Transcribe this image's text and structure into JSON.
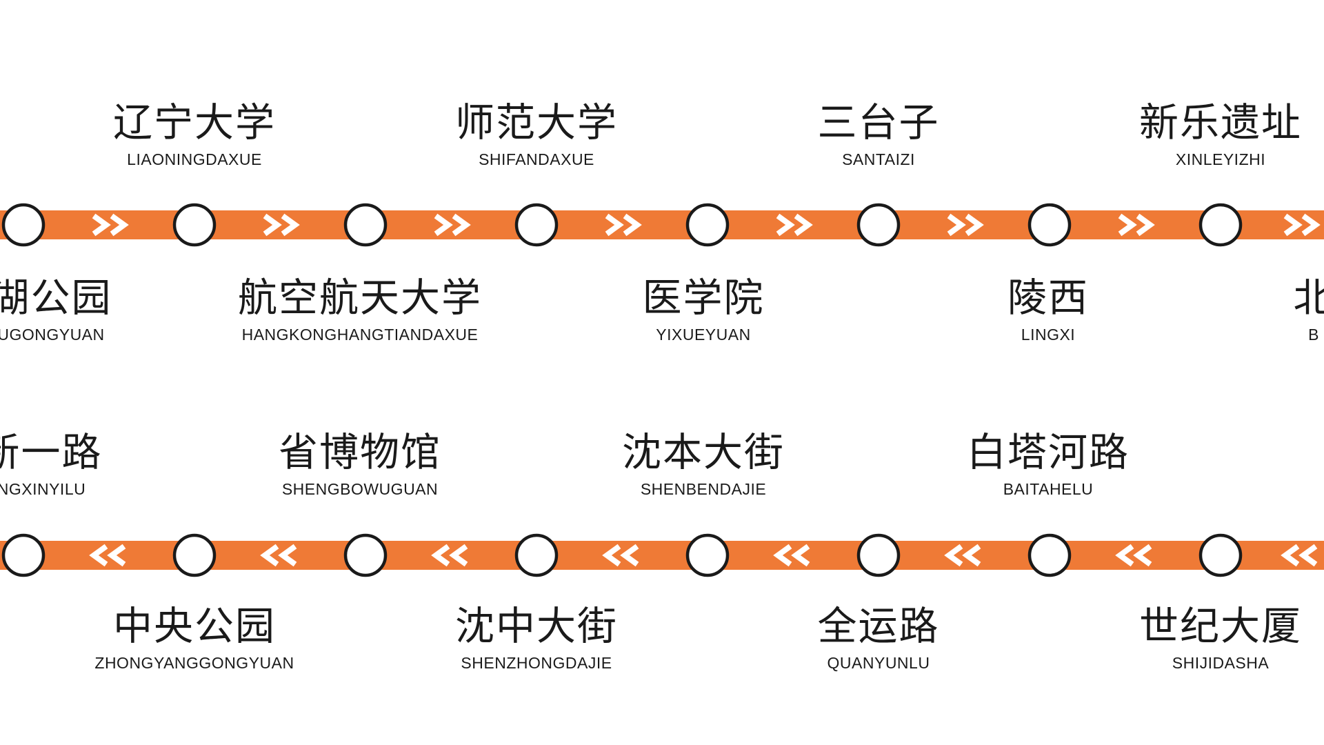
{
  "colors": {
    "line": "#ef7a36",
    "arrow": "#ffffff",
    "station_fill": "#ffffff",
    "station_stroke": "#1a1a1a",
    "text": "#1a1a1a"
  },
  "upper_row": {
    "direction": "right",
    "direction_glyph": "››",
    "labels_above": [
      {
        "cn": "辽宁大学",
        "py": "LIAONINGDAXUE"
      },
      {
        "cn": "师范大学",
        "py": "SHIFANDAXUE"
      },
      {
        "cn": "三台子",
        "py": "SANTAIZI"
      },
      {
        "cn": "新乐遗址",
        "py": "XINLEYIZHI"
      }
    ],
    "labels_below": [
      {
        "cn": "湖公园",
        "py": "UGONGYUAN"
      },
      {
        "cn": "航空航天大学",
        "py": "HANGKONGHANGTIANDAXUE"
      },
      {
        "cn": "医学院",
        "py": "YIXUEYUAN"
      },
      {
        "cn": "陵西",
        "py": "LINGXI"
      },
      {
        "cn": "北",
        "py": "B"
      }
    ]
  },
  "lower_row": {
    "direction": "left",
    "direction_glyph": "‹‹",
    "labels_above": [
      {
        "cn": "新一路",
        "py": "NGXINYILU"
      },
      {
        "cn": "省博物馆",
        "py": "SHENGBOWUGUAN"
      },
      {
        "cn": "沈本大街",
        "py": "SHENBENDAJIE"
      },
      {
        "cn": "白塔河路",
        "py": "BAITAHELU"
      }
    ],
    "labels_below": [
      {
        "cn": "中央公园",
        "py": "ZHONGYANGGONGYUAN"
      },
      {
        "cn": "沈中大街",
        "py": "SHENZHONGDAJIE"
      },
      {
        "cn": "全运路",
        "py": "QUANYUNLU"
      },
      {
        "cn": "世纪大厦",
        "py": "SHIJIDASHA"
      }
    ]
  }
}
